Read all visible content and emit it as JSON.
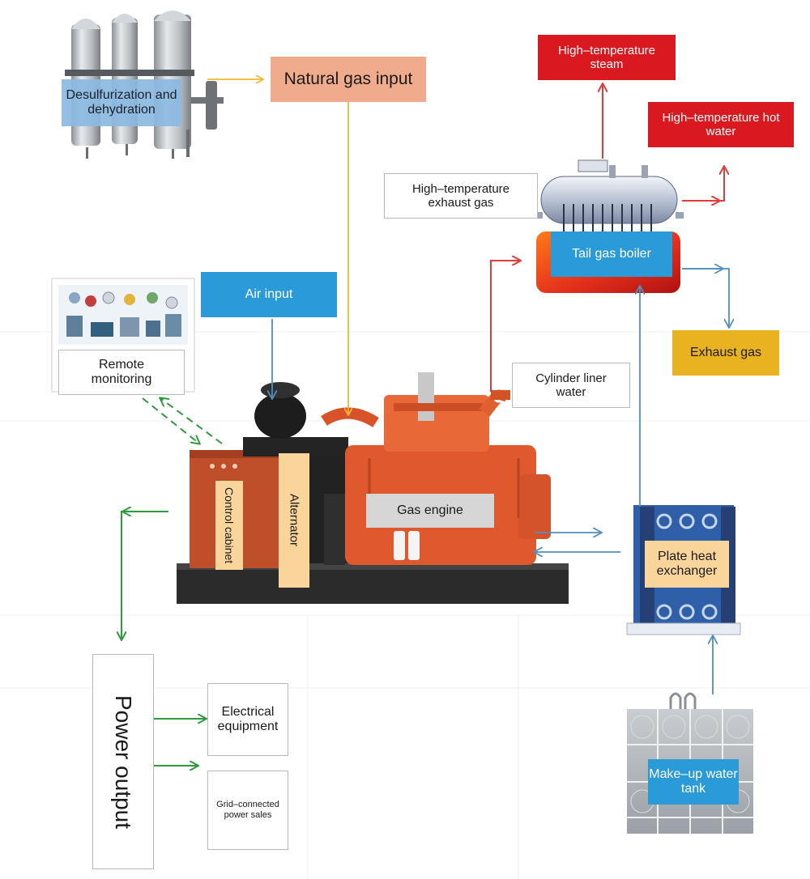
{
  "labels": {
    "desulfurization": "Desulfurization and dehydration",
    "natural_gas_input": "Natural gas input",
    "high_temp_steam": "High–temperature steam",
    "high_temp_hot_water": "High–temperature hot water",
    "high_temp_exhaust_gas": "High–temperature exhaust gas",
    "tail_gas_boiler": "Tail gas boiler",
    "air_input": "Air input",
    "exhaust_gas": "Exhaust gas",
    "remote_monitoring": "Remote monitoring",
    "cylinder_liner_water": "Cylinder liner water",
    "control_cabinet": "Control cabinet",
    "alternator": "Alternator",
    "gas_engine": "Gas engine",
    "plate_heat_exchanger": "Plate heat exchanger",
    "power_output": "Power output",
    "electrical_equipment": "Electrical equipment",
    "grid_connected": "Grid–connected power sales",
    "makeup_water_tank": "Make–up water tank"
  },
  "colors": {
    "gas_flow": "#f2b632",
    "heat_flow": "#e23b3b",
    "water_flow": "#4f8fbf",
    "power_flow": "#2e9a3e",
    "monitor_link": "#2e9a3e",
    "engine_body": "#e0582e",
    "frame": "#2a2a2a"
  }
}
